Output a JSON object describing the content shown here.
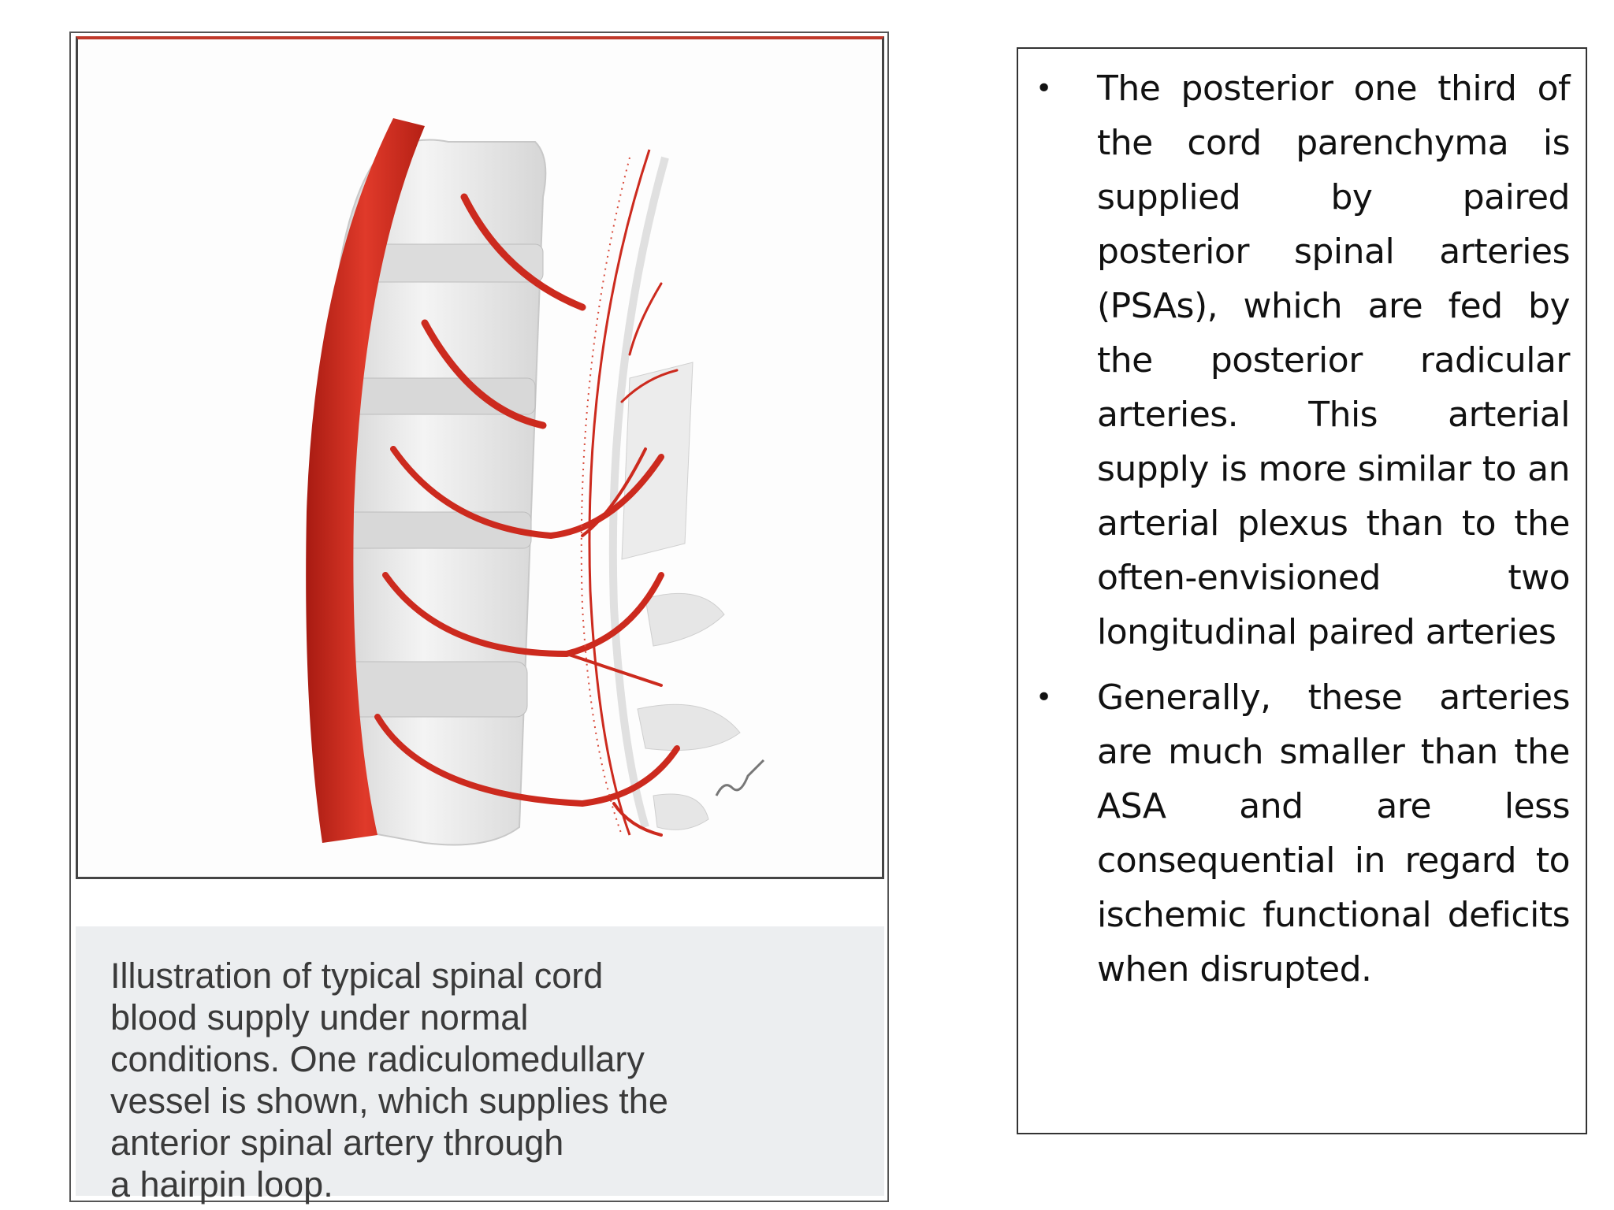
{
  "figure": {
    "caption": "Illustration of typical spinal cord\nblood supply under normal\nconditions. One radiculomedullary\nvessel is shown, which supplies the\nanterior spinal artery through\na hairpin loop.",
    "colors": {
      "artery": "#cc2a1e",
      "bone": "#e8e8e8",
      "caption_bg": "#eceef0"
    }
  },
  "text_panel": {
    "bullets": [
      "The posterior one third of the cord parenchyma is supplied by paired posterior spinal arteries (PSAs), which are fed by the posterior radicular arteries. This arterial supply is more similar to an arterial plexus than to the often-envisioned two longitudinal paired arteries",
      "Generally, these arteries are much smaller than the ASA and are less consequential in regard to ischemic functional deficits when disrupted."
    ],
    "bullet_symbol": "•"
  }
}
